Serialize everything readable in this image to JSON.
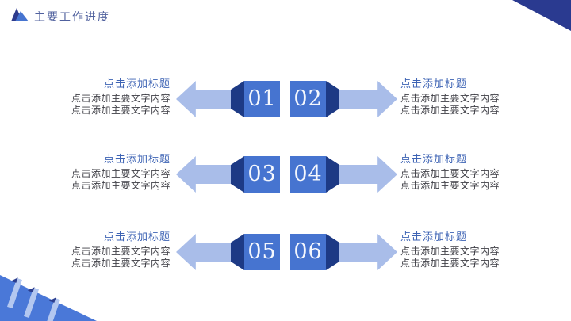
{
  "header": {
    "title": "主要工作进度",
    "icon": "mountain-icon"
  },
  "rows": [
    {
      "left": {
        "title": "点击添加标题",
        "line1": "点击添加主要文字内容",
        "line2": "点击添加主要文字内容"
      },
      "numbers": [
        "01",
        "02"
      ],
      "right": {
        "title": "点击添加标题",
        "line1": "点击添加主要文字内容",
        "line2": "点击添加主要文字内容"
      }
    },
    {
      "left": {
        "title": "点击添加标题",
        "line1": "点击添加主要文字内容",
        "line2": "点击添加主要文字内容"
      },
      "numbers": [
        "03",
        "04"
      ],
      "right": {
        "title": "点击添加标题",
        "line1": "点击添加主要文字内容",
        "line2": "点击添加主要文字内容"
      }
    },
    {
      "left": {
        "title": "点击添加标题",
        "line1": "点击添加主要文字内容",
        "line2": "点击添加主要文字内容"
      },
      "numbers": [
        "05",
        "06"
      ],
      "right": {
        "title": "点击添加标题",
        "line1": "点击添加主要文字内容",
        "line2": "点击添加主要文字内容"
      }
    }
  ],
  "colors": {
    "box_blue": "#4674d0",
    "arrow_light_blue": "#a9bde9",
    "connector_navy": "#1d3a85",
    "corner_navy": "#2a3a90",
    "corner_blue": "#4a78d8",
    "stripe_light_blue": "#b3c7f0",
    "header_text": "#50619e",
    "placeholder_title": "#3d63b4",
    "body_text": "#3f3f46"
  }
}
